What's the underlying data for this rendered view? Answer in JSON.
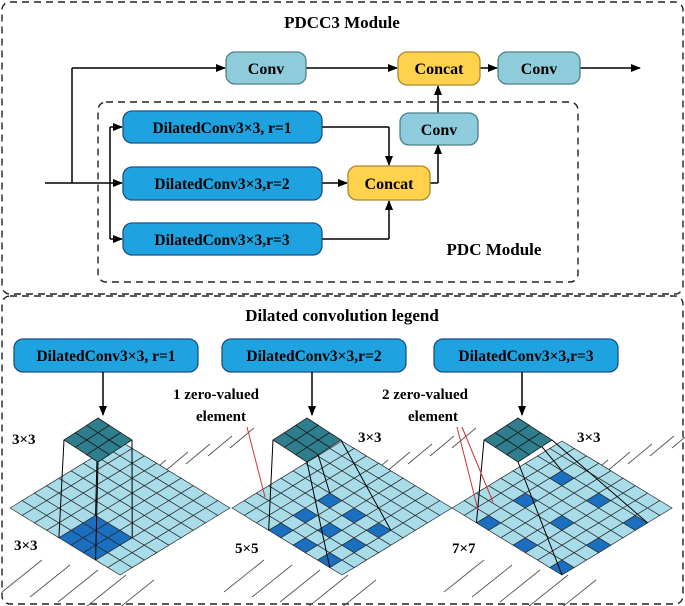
{
  "top": {
    "title": "PDCC3 Module",
    "inner_title": "PDC Module",
    "conv_top": "Conv",
    "concat_top": "Concat",
    "conv_out": "Conv",
    "conv_mid": "Conv",
    "concat_mid": "Concat",
    "branches": [
      "DilatedConv3×3, r=1",
      "DilatedConv3×3,r=2",
      "DilatedConv3×3,r=3"
    ]
  },
  "legend": {
    "title": "Dilated convolution legend",
    "panels": [
      {
        "node": "DilatedConv3×3, r=1",
        "kernel_label": "3×3",
        "field_label": "3×3",
        "zero_note": []
      },
      {
        "node": "DilatedConv3×3,r=2",
        "kernel_label": "3×3",
        "field_label": "5×5",
        "zero_note": [
          "1 zero-valued",
          "element"
        ]
      },
      {
        "node": "DilatedConv3×3,r=3",
        "kernel_label": "3×3",
        "field_label": "7×7",
        "zero_note": [
          "2 zero-valued",
          "element"
        ]
      }
    ]
  },
  "colors": {
    "dilated_node": "#1fa3e0",
    "conv_node": "#8ecbdb",
    "concat_node": "#ffd24d",
    "grid_light": "#a8dce9",
    "grid_dark": "#1a6fc0",
    "kernel": "#2e7e8e",
    "annotation": "#d2342f"
  }
}
